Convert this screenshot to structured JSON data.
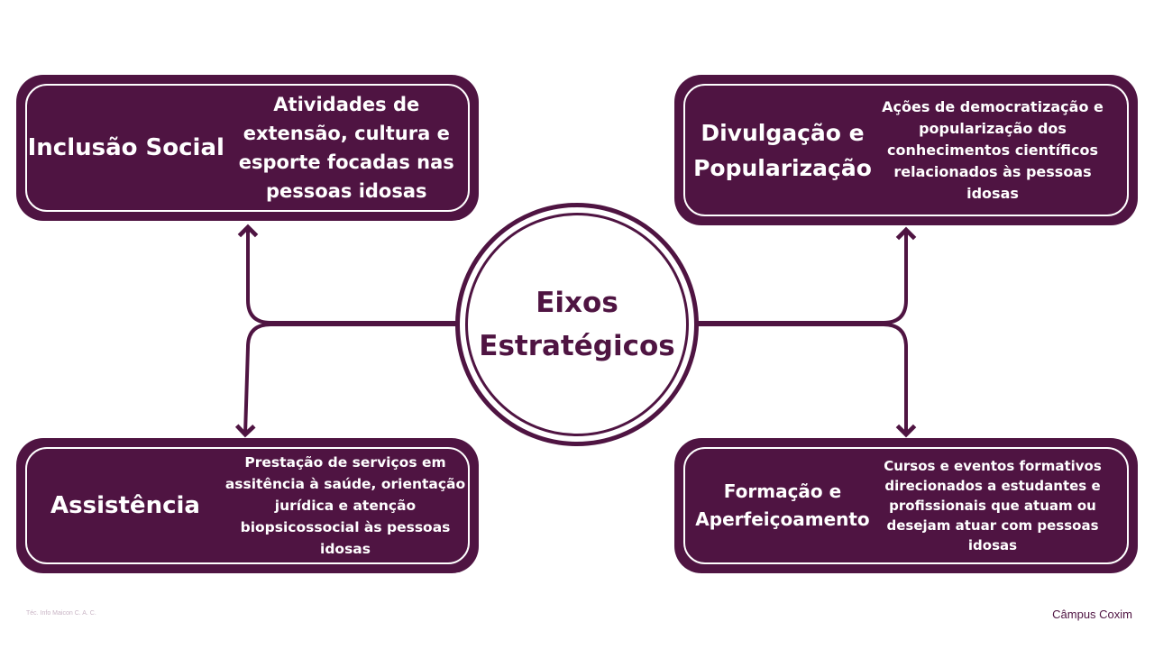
{
  "center": {
    "line1": "Eixos",
    "line2": "Estratégicos"
  },
  "axes": [
    {
      "title": "Inclusão Social",
      "description": "Atividades de extensão, cultura e esporte focadas nas pessoas idosas"
    },
    {
      "title": "Divulgação e Popularização",
      "description": "Ações de democratização e popularização dos conhecimentos científicos relacionados às pessoas idosas"
    },
    {
      "title": "Assistência",
      "description": "Prestação de serviços em assitência à saúde, orientação jurídica e atenção biopsicossocial às pessoas idosas"
    },
    {
      "title": "Formação e Aperfeiçoamento",
      "description": "Cursos e eventos formativos direcionados a estudantes e profissionais que atuam ou desejam atuar com pessoas idosas"
    }
  ],
  "footer": {
    "credit": "Téc. Info Maicon C. A. C.",
    "campus": "Câmpus Coxim"
  },
  "colors": {
    "primary": "#4f1442"
  }
}
